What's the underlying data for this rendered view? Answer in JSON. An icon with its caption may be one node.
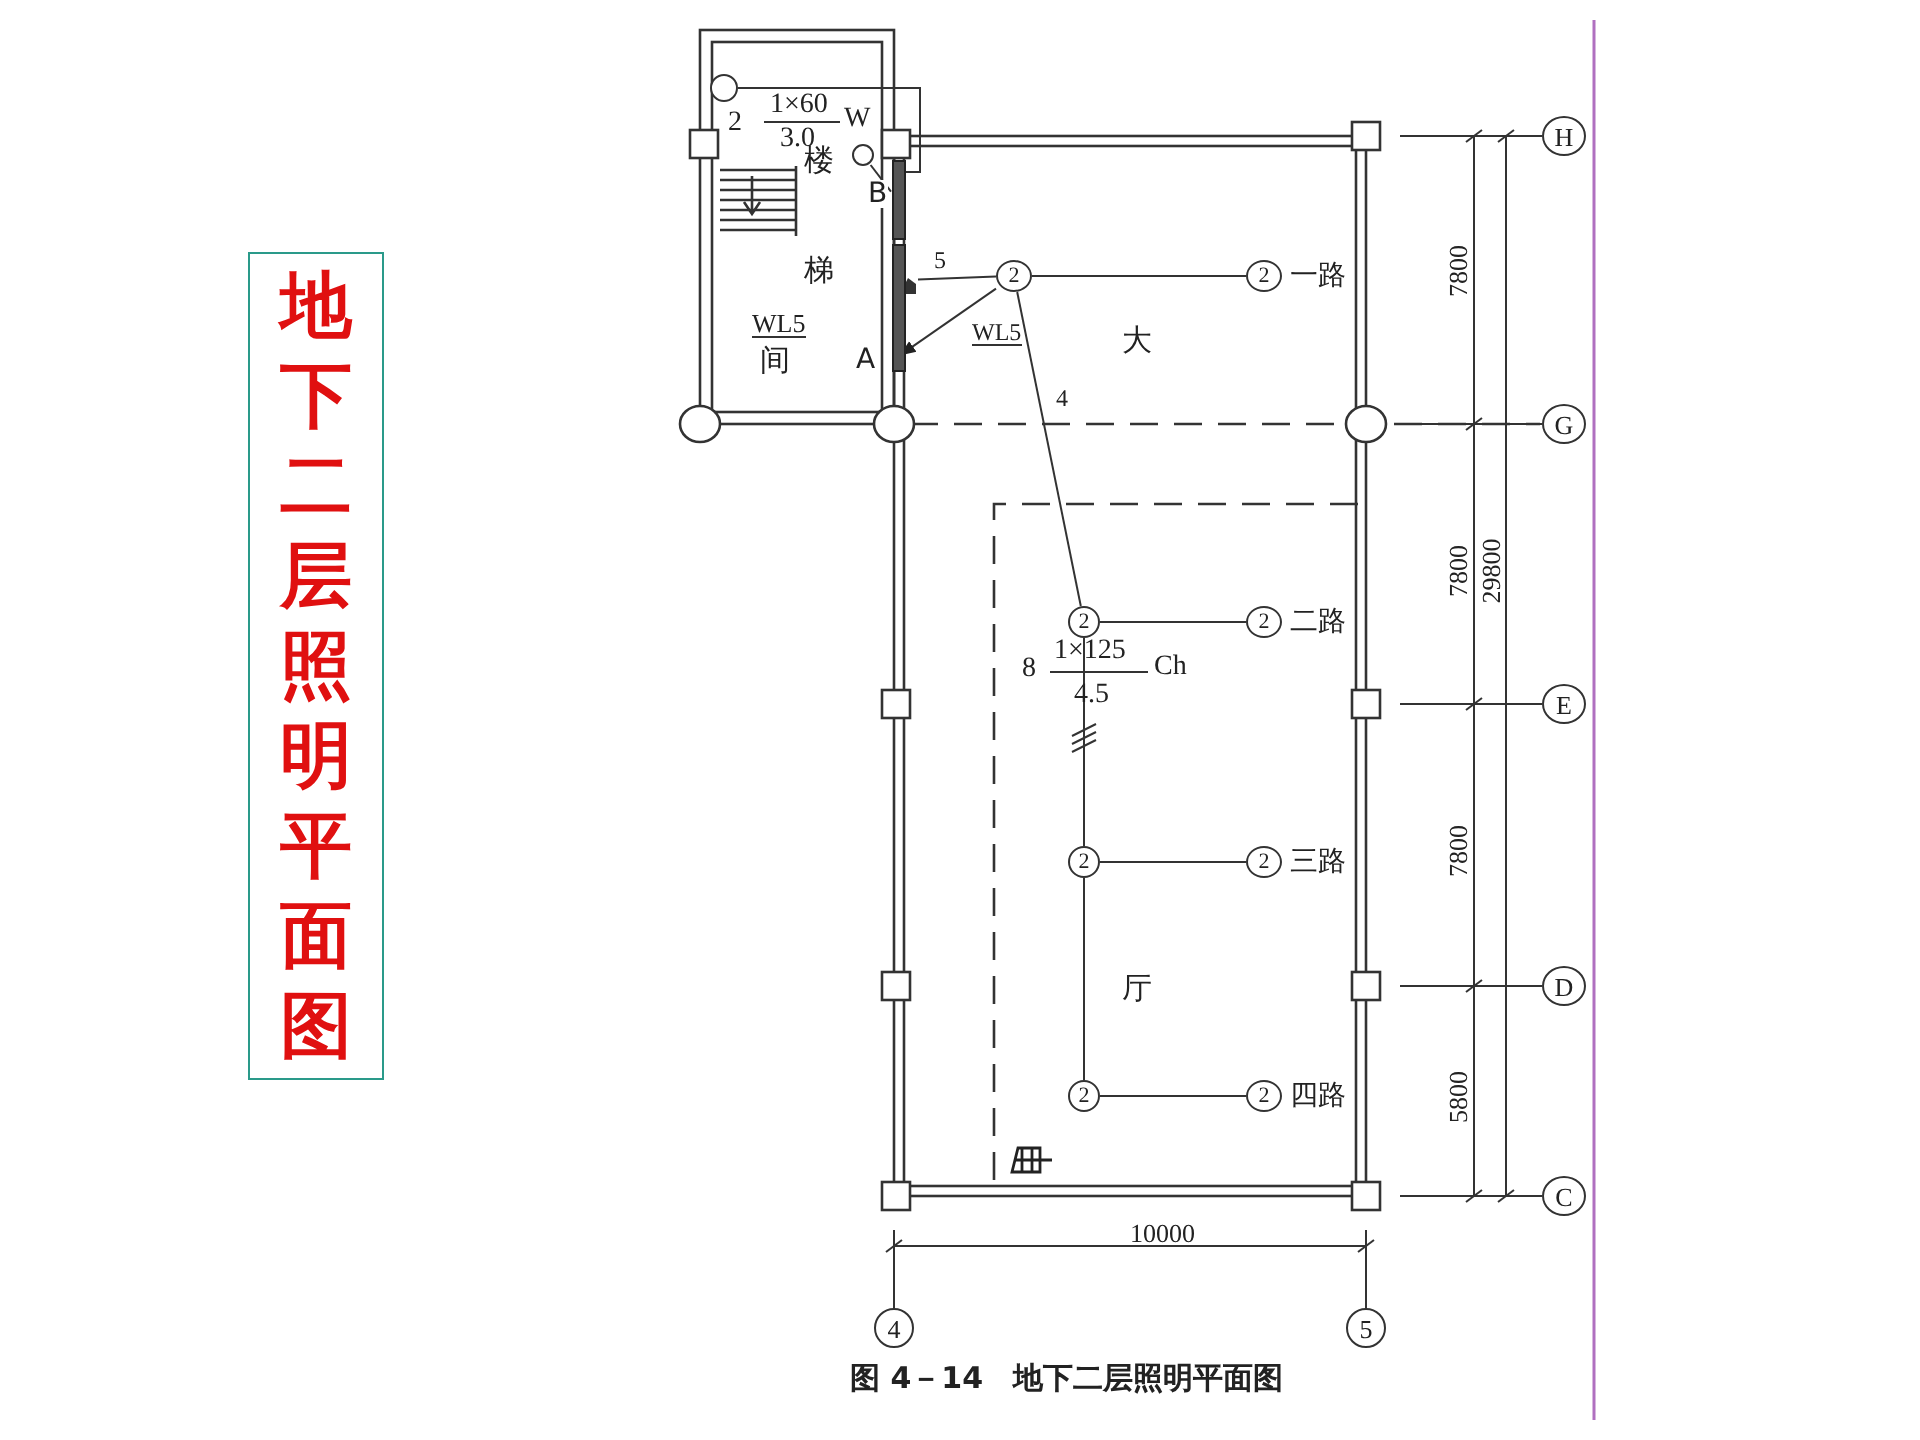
{
  "diagram": {
    "title": "地下二层照明平面图",
    "caption": "图 4－14　地下二层照明平面图",
    "nodes": [
      {
        "text": [],
        "shape": "circle"
      },
      {
        "text": [],
        "shape": "bar",
        "beside": [
          "B"
        ]
      },
      {
        "text": [],
        "shape": "circle"
      },
      {
        "text": [],
        "shape": "picture"
      },
      {
        "text": [
          "2"
        ]
      },
      {
        "text": [
          "2"
        ],
        "beside": [
          "一路"
        ]
      },
      {
        "text": [],
        "shape": "bar",
        "beside": [
          "A"
        ]
      },
      {
        "text": [
          "2"
        ]
      },
      {
        "text": [
          "2"
        ],
        "beside": [
          "二路"
        ]
      },
      {
        "text": [
          "2"
        ]
      },
      {
        "text": [
          "2"
        ],
        "beside": [
          "三路"
        ]
      },
      {
        "text": [
          "2"
        ]
      },
      {
        "text": [
          "2"
        ],
        "beside": [
          "四路"
        ]
      },
      {
        "text": [],
        "shape": "box"
      },
      {
        "text": [
          "H"
        ]
      },
      {
        "text": [
          "G"
        ]
      },
      {
        "text": [
          "E"
        ]
      },
      {
        "text": [
          "D"
        ]
      },
      {
        "text": [
          "C"
        ]
      },
      {
        "text": [
          "4"
        ]
      },
      {
        "text": [
          "5"
        ]
      }
    ],
    "edges": [
      {
        "from": 4,
        "to": 6,
        "arrow": "to",
        "label": "WL5"
      },
      {
        "from": 4,
        "to": 3,
        "arrow": "none",
        "label": "5"
      },
      {
        "from": 4,
        "to": 5,
        "arrow": "none"
      },
      {
        "from": 4,
        "to": 7,
        "arrow": "none",
        "label": "4"
      },
      {
        "from": 7,
        "to": 8,
        "arrow": "none"
      },
      {
        "from": 7,
        "to": 9,
        "arrow": "none"
      },
      {
        "from": 9,
        "to": 10,
        "arrow": "none"
      },
      {
        "from": 9,
        "to": 11,
        "arrow": "none"
      },
      {
        "from": 11,
        "to": 12,
        "arrow": "none"
      },
      {
        "from": 0,
        "to": 1,
        "arrow": "none"
      },
      {
        "from": 2,
        "to": 1,
        "arrow": "none"
      }
    ],
    "labels": [
      "2",
      "1×60",
      "3.0",
      "W",
      "楼",
      "梯",
      "WL5",
      "间",
      "大",
      "8",
      "1×125",
      "4.5",
      "Ch",
      "厅",
      "7800",
      "7800",
      "29800",
      "7800",
      "5800",
      "10000"
    ]
  }
}
